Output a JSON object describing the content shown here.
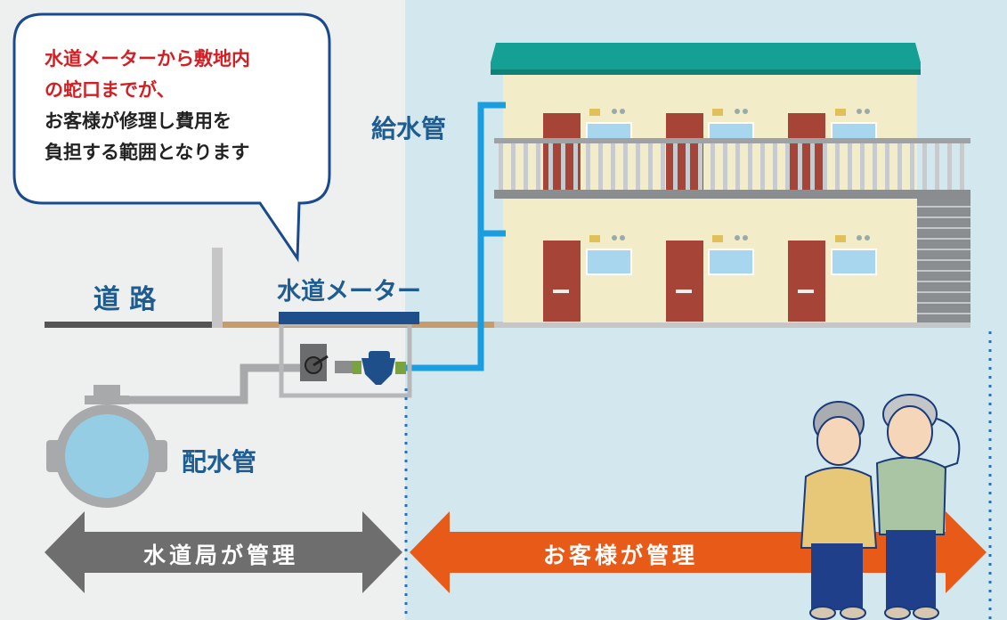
{
  "callout": {
    "line1": "水道メーターから敷地内",
    "line2": "の蛇口までが、",
    "line3": "お客様が修理し費用を",
    "line4": "負担する範囲となります"
  },
  "labels": {
    "road": "道 路",
    "meter": "水道メーター",
    "supply_pipe": "給水管",
    "distribution_pipe": "配水管"
  },
  "arrows": {
    "bureau": "水道局が管理",
    "customer": "お客様が管理"
  },
  "colors": {
    "public_zone": "#eef0f0",
    "private_zone": "#d3e8ee",
    "label_blue": "#1e5c92",
    "callout_red": "#d31f24",
    "callout_border": "#1a4a8e",
    "supply_pipe": "#1a9ee0",
    "gray_arrow": "#6e6e6e",
    "orange_arrow": "#e85a17",
    "roof": "#15a095",
    "wall": "#f2ecc9",
    "door": "#a64437"
  }
}
